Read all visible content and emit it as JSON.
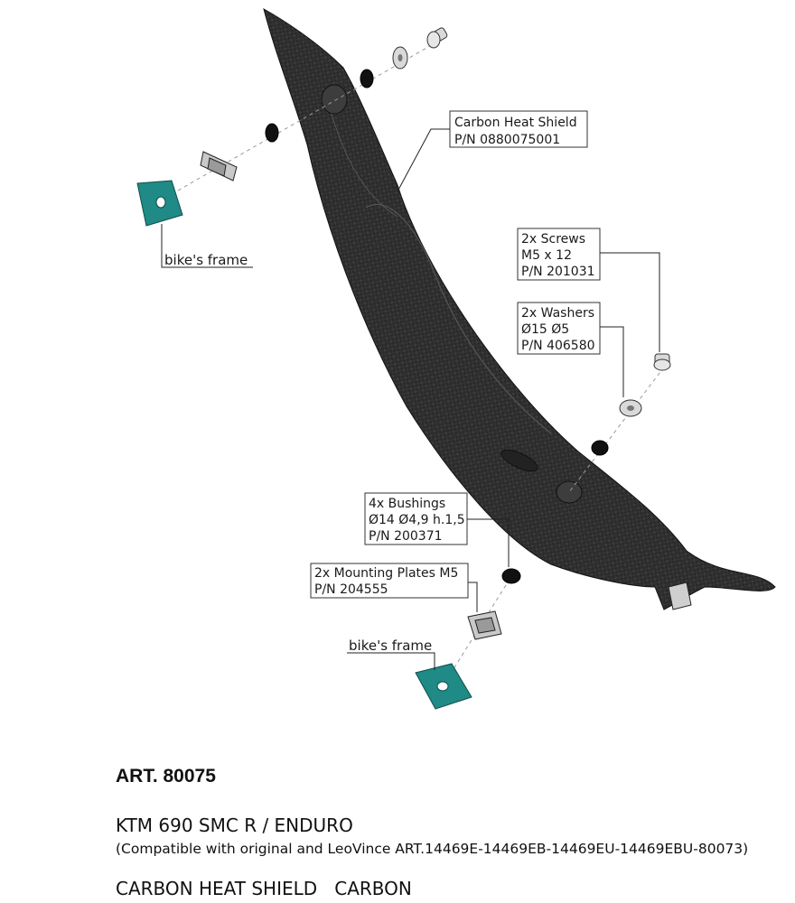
{
  "callouts": {
    "heat_shield": {
      "line1": "Carbon Heat Shield",
      "line2": "P/N 0880075001"
    },
    "screws": {
      "line1": "2x Screws",
      "line2": "M5 x 12",
      "line3": "P/N 201031"
    },
    "washers": {
      "line1": "2x Washers",
      "line2": "Ø15 Ø5",
      "line3": "P/N 406580"
    },
    "bushings": {
      "line1": "4x Bushings",
      "line2": "Ø14 Ø4,9 h.1,5",
      "line3": "P/N 200371"
    },
    "mounting_plates": {
      "line1": "2x Mounting Plates M5",
      "line2": "P/N 204555"
    },
    "frame_top": {
      "label": "bike's frame"
    },
    "frame_bottom": {
      "label": "bike's frame"
    }
  },
  "footer": {
    "art_number": "ART. 80075",
    "model": "KTM 690 SMC R / ENDURO",
    "compatibility": "(Compatible with original and LeoVince ART.14469E-14469EB-14469EU-14469EBU-80073)",
    "product": "CARBON HEAT SHIELD   CARBON"
  },
  "colors": {
    "carbon": "#2b2b2b",
    "frame_plate": "#1f8a86",
    "line": "#222222"
  }
}
